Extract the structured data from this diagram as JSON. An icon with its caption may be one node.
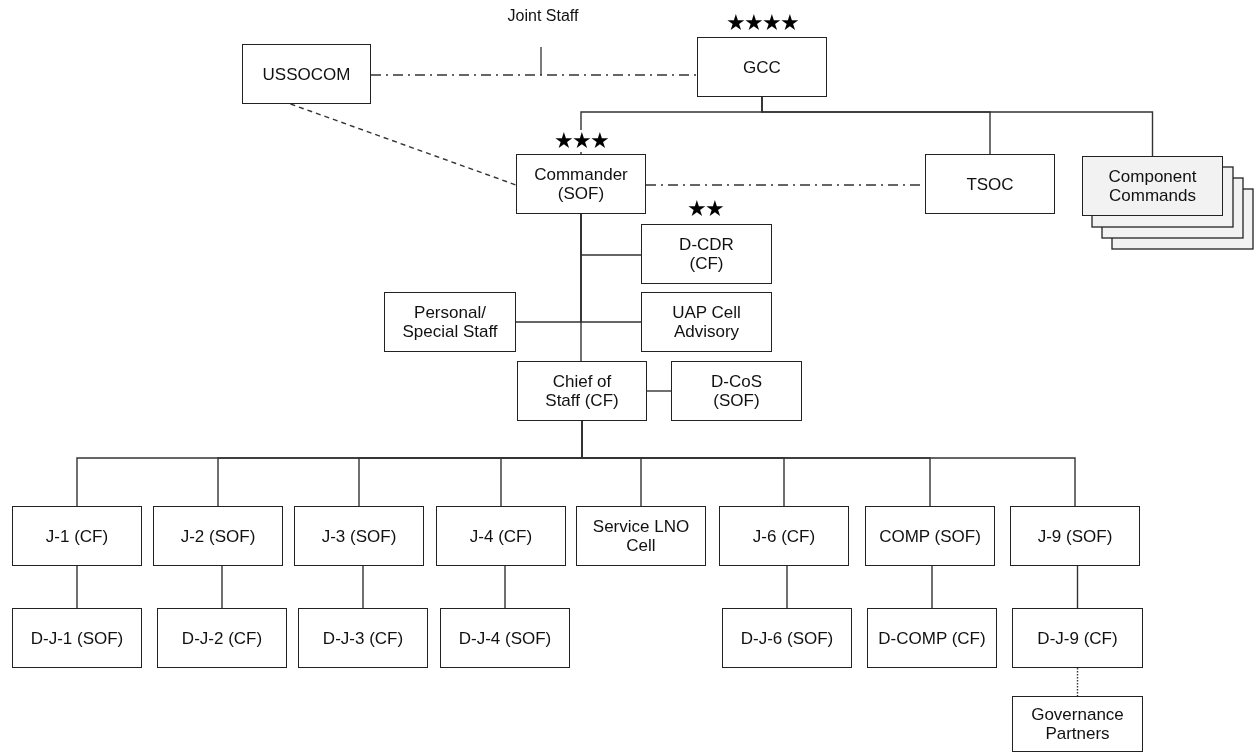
{
  "diagram": {
    "nodes": [
      {
        "text": [
          "USSOCOM"
        ]
      },
      {
        "text": [
          "GCC"
        ],
        "beside": [
          "★★★★"
        ]
      },
      {
        "text": [
          "Commander (SOF)"
        ],
        "beside": [
          "★★★"
        ]
      },
      {
        "text": [
          "TSOC"
        ]
      },
      {
        "text": [
          "Component Commands"
        ]
      },
      {
        "text": [
          "D-CDR (CF)"
        ],
        "beside": [
          "★★"
        ]
      },
      {
        "text": [
          "Personal/ Special Staff"
        ]
      },
      {
        "text": [
          "UAP Cell Advisory"
        ]
      },
      {
        "text": [
          "Chief of Staff (CF)"
        ]
      },
      {
        "text": [
          "D-CoS (SOF)"
        ]
      },
      {
        "text": [
          "J-1 (CF)"
        ]
      },
      {
        "text": [
          "J-2 (SOF)"
        ]
      },
      {
        "text": [
          "J-3 (SOF)"
        ]
      },
      {
        "text": [
          "J-4 (CF)"
        ]
      },
      {
        "text": [
          "Service LNO Cell"
        ]
      },
      {
        "text": [
          "J-6 (CF)"
        ]
      },
      {
        "text": [
          "COMP (SOF)"
        ]
      },
      {
        "text": [
          "J-9 (SOF)"
        ]
      },
      {
        "text": [
          "D-J-1 (SOF)"
        ]
      },
      {
        "text": [
          "D-J-2 (CF)"
        ]
      },
      {
        "text": [
          "D-J-3 (CF)"
        ]
      },
      {
        "text": [
          "D-J-4 (SOF)"
        ]
      },
      {
        "text": [
          "D-J-6 (SOF)"
        ]
      },
      {
        "text": [
          "D-COMP (CF)"
        ]
      },
      {
        "text": [
          "D-J-9 (CF)"
        ]
      },
      {
        "text": [
          "Governance Partners"
        ]
      }
    ],
    "edges": [
      {
        "from": 0,
        "to": 1,
        "arrow": "none",
        "style": "dashed",
        "label": "Joint Staff"
      },
      {
        "from": 0,
        "to": 2,
        "arrow": "none",
        "style": "dashed"
      },
      {
        "from": 1,
        "to": 2,
        "arrow": "none"
      },
      {
        "from": 1,
        "to": 3,
        "arrow": "none"
      },
      {
        "from": 1,
        "to": 4,
        "arrow": "none"
      },
      {
        "from": 2,
        "to": 3,
        "arrow": "none",
        "style": "dashed"
      },
      {
        "from": 2,
        "to": 5,
        "arrow": "none"
      },
      {
        "from": 2,
        "to": 7,
        "arrow": "none"
      },
      {
        "from": 2,
        "to": 6,
        "arrow": "none"
      },
      {
        "from": 2,
        "to": 8,
        "arrow": "none"
      },
      {
        "from": 8,
        "to": 9,
        "arrow": "none"
      },
      {
        "from": 8,
        "to": 10,
        "arrow": "none"
      },
      {
        "from": 8,
        "to": 11,
        "arrow": "none"
      },
      {
        "from": 8,
        "to": 12,
        "arrow": "none"
      },
      {
        "from": 8,
        "to": 13,
        "arrow": "none"
      },
      {
        "from": 8,
        "to": 14,
        "arrow": "none"
      },
      {
        "from": 8,
        "to": 15,
        "arrow": "none"
      },
      {
        "from": 8,
        "to": 16,
        "arrow": "none"
      },
      {
        "from": 8,
        "to": 17,
        "arrow": "none"
      },
      {
        "from": 10,
        "to": 18,
        "arrow": "none"
      },
      {
        "from": 11,
        "to": 19,
        "arrow": "none"
      },
      {
        "from": 12,
        "to": 20,
        "arrow": "none"
      },
      {
        "from": 13,
        "to": 21,
        "arrow": "none"
      },
      {
        "from": 15,
        "to": 22,
        "arrow": "none"
      },
      {
        "from": 16,
        "to": 23,
        "arrow": "none"
      },
      {
        "from": 17,
        "to": 24,
        "arrow": "none"
      },
      {
        "from": 24,
        "to": 25,
        "arrow": "none",
        "style": "dashed"
      }
    ]
  }
}
